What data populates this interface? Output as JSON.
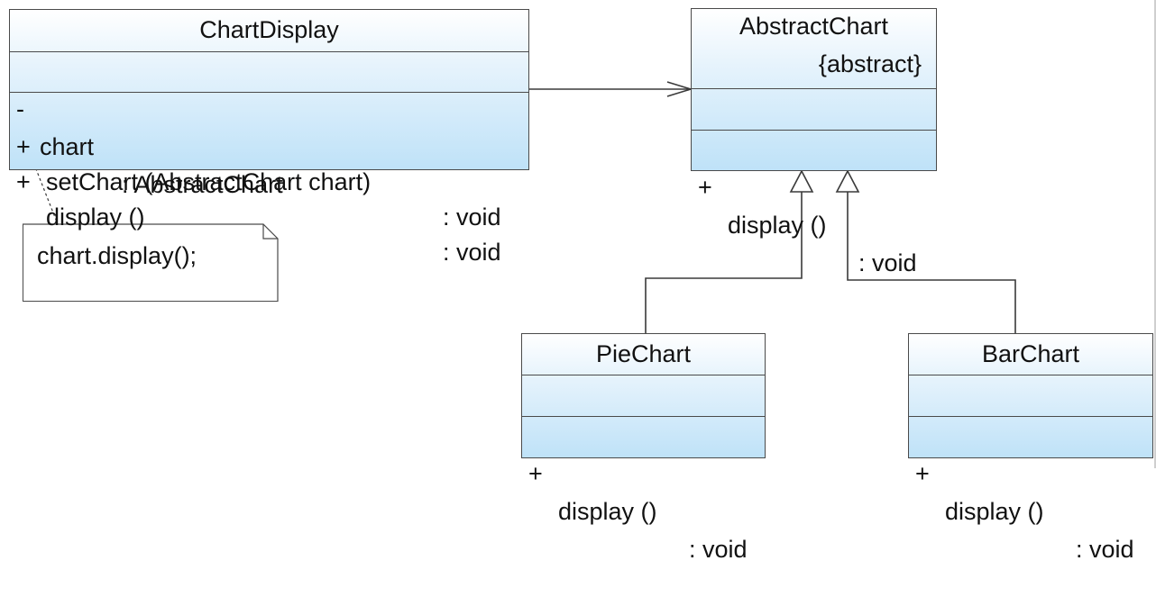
{
  "classes": {
    "chart_display": {
      "name": "ChartDisplay",
      "attributes": [
        {
          "visibility": "-",
          "name": "chart",
          "type": ": AbstractChart"
        }
      ],
      "operations": [
        {
          "visibility": "+",
          "name": "setChart (AbstractChart chart)",
          "type": ": void"
        },
        {
          "visibility": "+",
          "name": "display ()",
          "type": ": void"
        }
      ]
    },
    "abstract_chart": {
      "name": "AbstractChart",
      "stereotype": "{abstract}",
      "operations": [
        {
          "visibility": "+",
          "name": "display ()",
          "type": ": void"
        }
      ]
    },
    "pie_chart": {
      "name": "PieChart",
      "operations": [
        {
          "visibility": "+",
          "name": "display ()",
          "type": ": void"
        }
      ]
    },
    "bar_chart": {
      "name": "BarChart",
      "operations": [
        {
          "visibility": "+",
          "name": "display ()",
          "type": ": void"
        }
      ]
    }
  },
  "note": {
    "text": "chart.display();"
  },
  "colors": {
    "class_fill_top": "#ffffff",
    "class_fill_bottom": "#bfe2f8",
    "line": "#4a4a4a"
  }
}
